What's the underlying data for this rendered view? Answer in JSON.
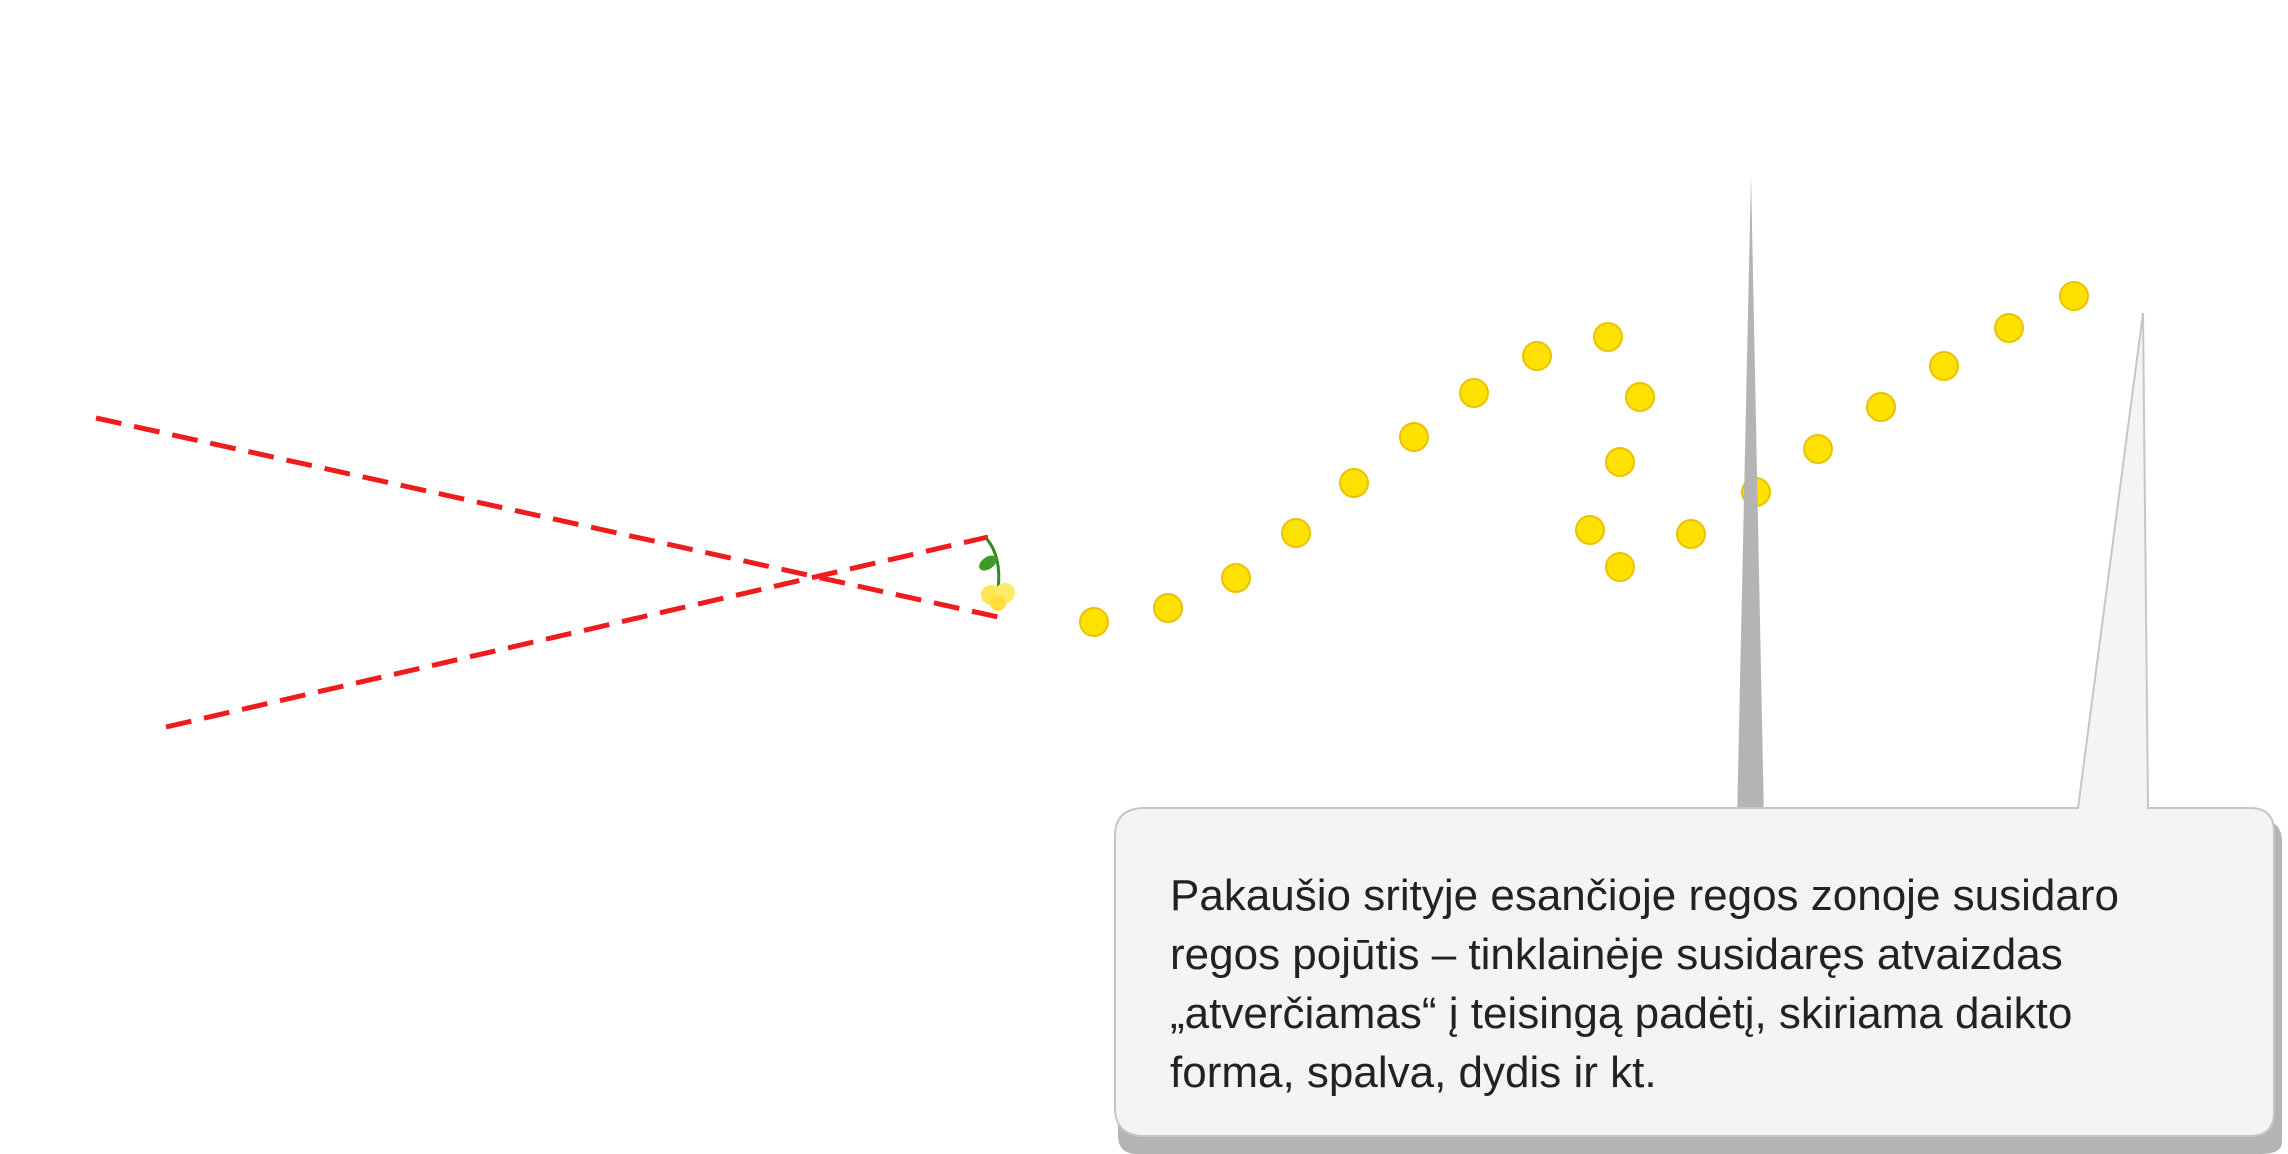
{
  "colors": {
    "background": "#ffffff",
    "light_ray": "#ee1c1c",
    "dot_fill": "#ffe100",
    "dot_edge": "#e9c200",
    "flower_petal": "#ffe552",
    "flower_stem": "#2f8a1f",
    "flower_leaf": "#3f9a22",
    "callout_fill": "#f4f4f4",
    "callout_border": "#c6c6c6",
    "callout_shadow": "#b4b4b4",
    "text": "#222222"
  },
  "icons": {
    "object": "flower-icon",
    "dot": "dot-icon"
  },
  "callout": {
    "lines": [
      "Pakaušio srityje esančioje regos zonoje susidaro",
      "regos pojūtis – tinklainėje susidaręs atvaizdas",
      "„atverčiamas“ į teisingą padėtį, skiriama daikto",
      "forma, spalva, dydis ir kt."
    ]
  }
}
